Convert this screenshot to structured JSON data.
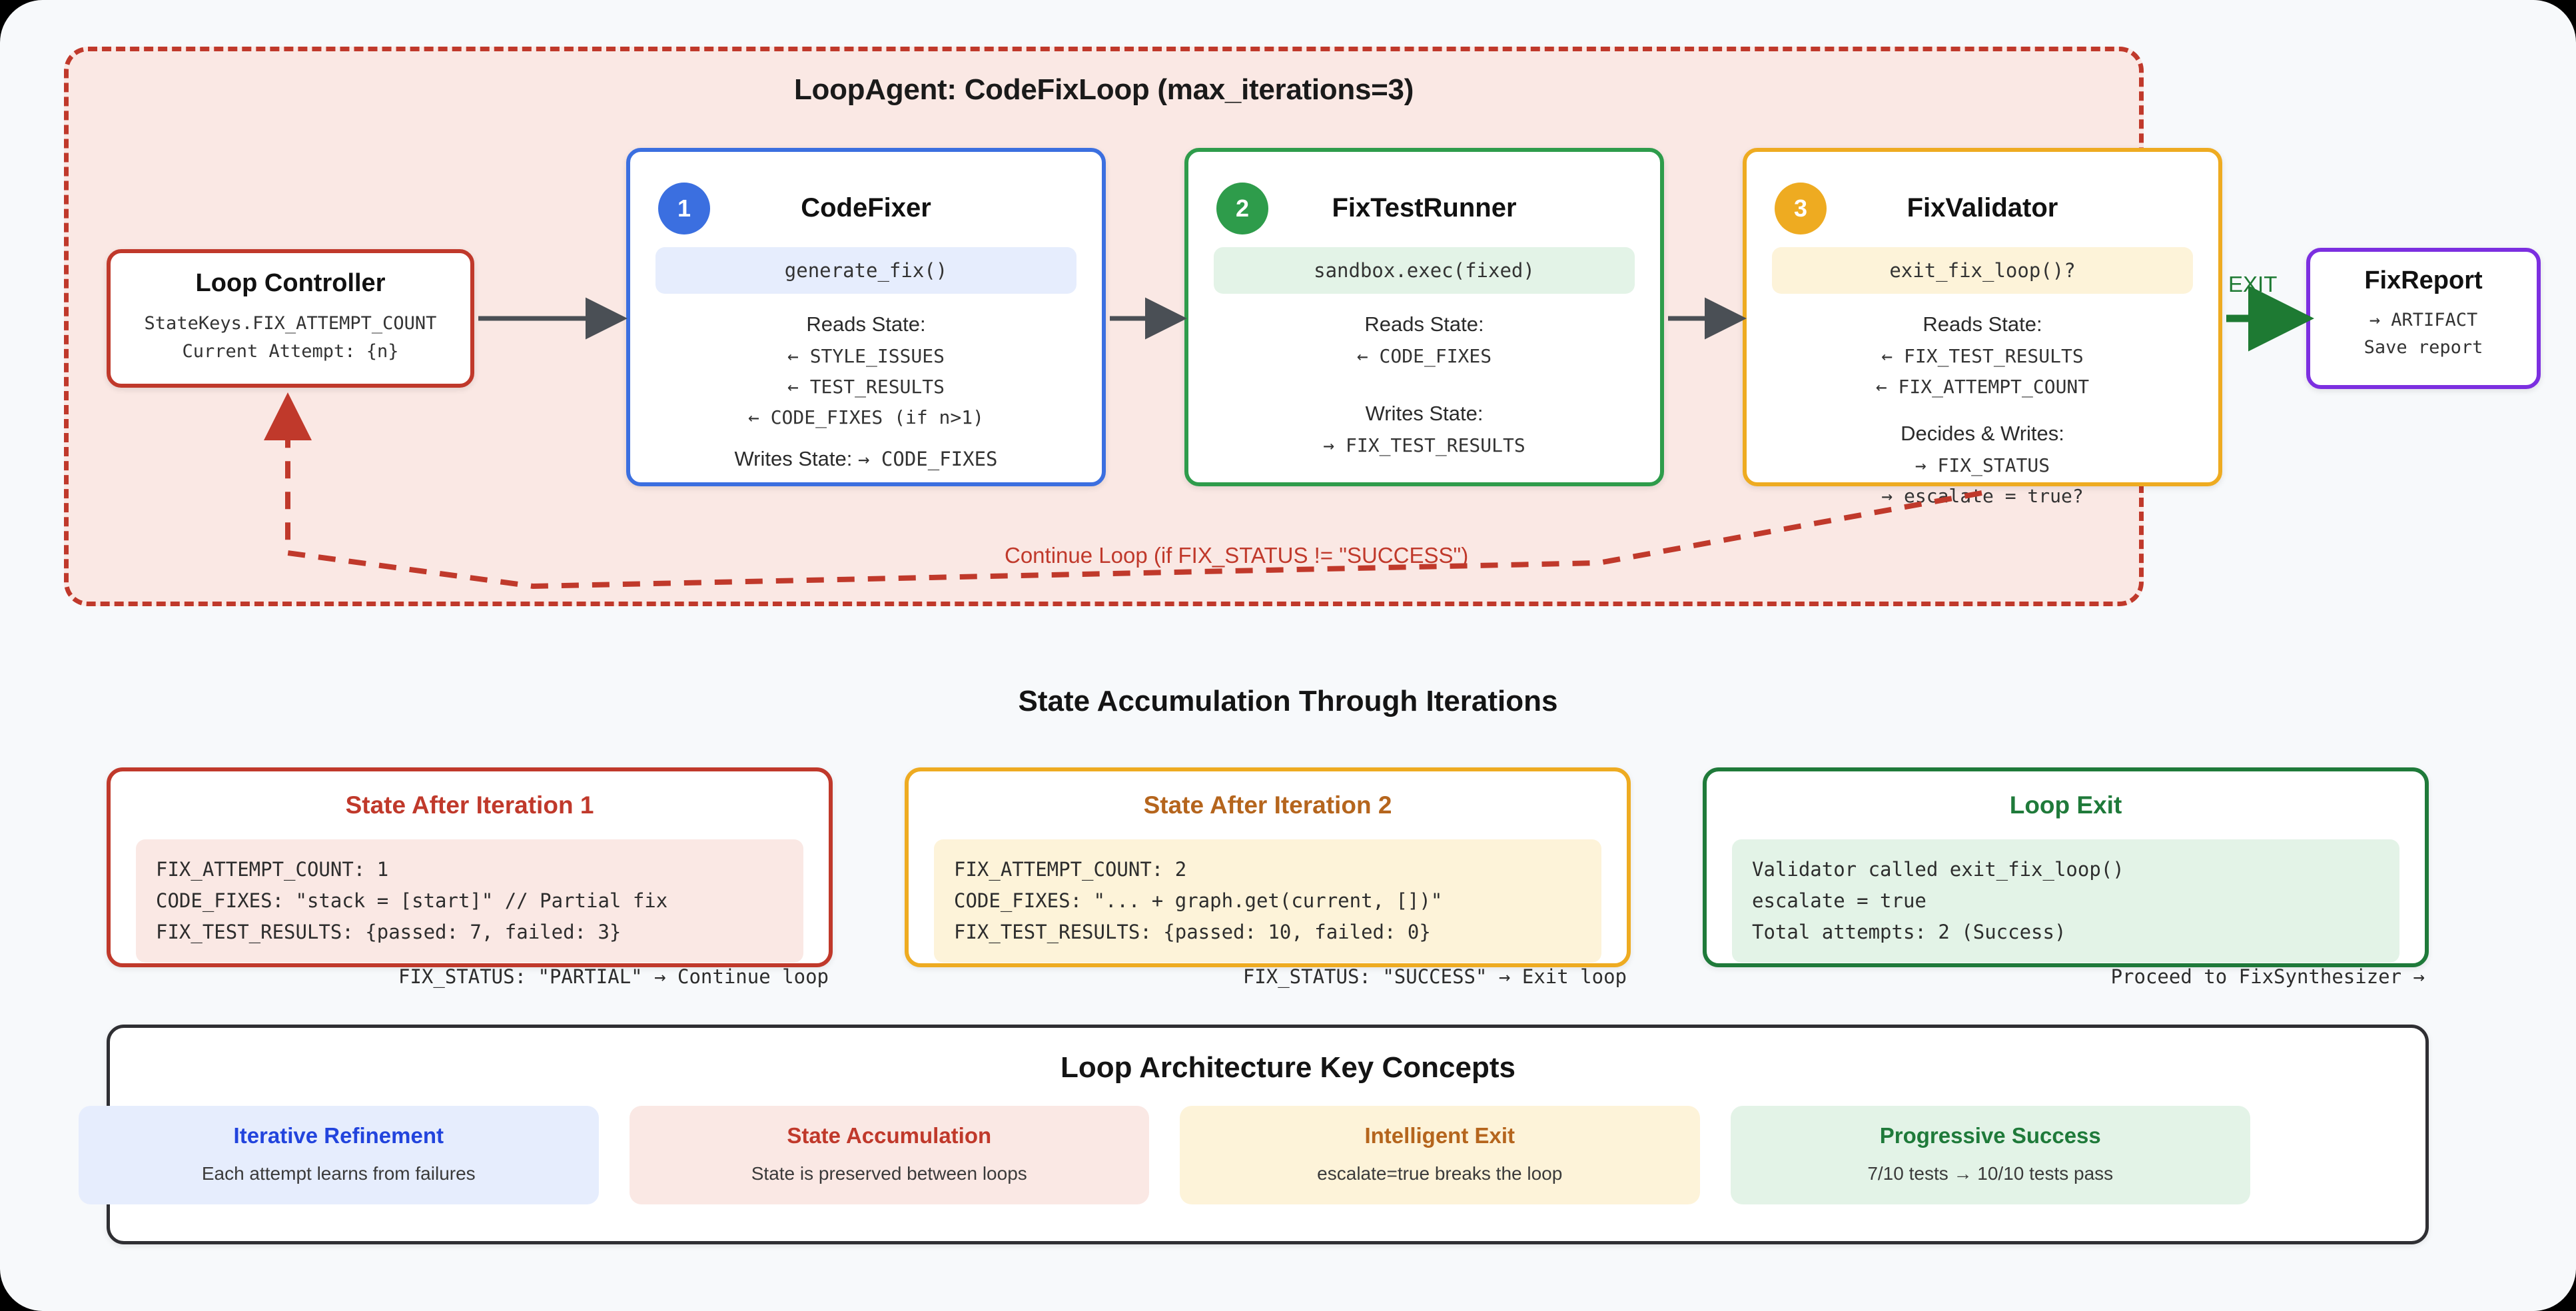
{
  "loop": {
    "title": "LoopAgent: CodeFixLoop (max_iterations=3)",
    "continue_label": "Continue Loop (if FIX_STATUS != \"SUCCESS\")",
    "exit_label": "EXIT"
  },
  "controller": {
    "title": "Loop Controller",
    "line1": "StateKeys.FIX_ATTEMPT_COUNT",
    "line2": "Current Attempt: {n}"
  },
  "agents": [
    {
      "badge": "1",
      "title": "CodeFixer",
      "call": "generate_fix()",
      "reads_label": "Reads State:",
      "reads": [
        "← STYLE_ISSUES",
        "← TEST_RESULTS",
        "← CODE_FIXES (if n>1)"
      ],
      "writes_inline_label": "Writes State:",
      "writes_inline_value": "→ CODE_FIXES",
      "accent": "#3b6fe0"
    },
    {
      "badge": "2",
      "title": "FixTestRunner",
      "call": "sandbox.exec(fixed)",
      "reads_label": "Reads State:",
      "reads": [
        "← CODE_FIXES"
      ],
      "writes_label": "Writes State:",
      "writes": [
        "→ FIX_TEST_RESULTS"
      ],
      "accent": "#2e9c4b"
    },
    {
      "badge": "3",
      "title": "FixValidator",
      "call": "exit_fix_loop()?",
      "reads_label": "Reads State:",
      "reads": [
        "← FIX_TEST_RESULTS",
        "← FIX_ATTEMPT_COUNT"
      ],
      "writes_label": "Decides & Writes:",
      "writes": [
        "→ FIX_STATUS",
        "→ escalate = true?"
      ],
      "accent": "#eeab21"
    }
  ],
  "report": {
    "title": "FixReport",
    "line1": "→ ARTIFACT",
    "line2": "Save report",
    "accent": "#7c2fe0"
  },
  "state_section": {
    "heading": "State Accumulation Through Iterations",
    "cards": [
      {
        "title": "State After Iteration 1",
        "lines": [
          "FIX_ATTEMPT_COUNT: 1",
          "CODE_FIXES: \"stack = [start]\" // Partial fix",
          "FIX_TEST_RESULTS: {passed: 7, failed: 3}"
        ],
        "footer": "FIX_STATUS: \"PARTIAL\" → Continue loop",
        "accent": "#c0392b"
      },
      {
        "title": "State After Iteration 2",
        "lines": [
          "FIX_ATTEMPT_COUNT: 2",
          "CODE_FIXES: \"... + graph.get(current, [])\"",
          "FIX_TEST_RESULTS: {passed: 10, failed: 0}"
        ],
        "footer": "FIX_STATUS: \"SUCCESS\" → Exit loop",
        "accent": "#eeab21"
      },
      {
        "title": "Loop Exit",
        "lines": [
          "Validator called exit_fix_loop()",
          "escalate = true",
          "Total attempts: 2 (Success)"
        ],
        "footer": "Proceed to FixSynthesizer →",
        "accent": "#1f7a3a"
      }
    ]
  },
  "concepts_section": {
    "heading": "Loop Architecture Key Concepts",
    "items": [
      {
        "title": "Iterative Refinement",
        "subtitle": "Each attempt learns from failures",
        "title_color": "#2244dd",
        "bg": "#e6edfd"
      },
      {
        "title": "State Accumulation",
        "subtitle": "State is preserved between loops",
        "title_color": "#c0392b",
        "bg": "#fae8e4"
      },
      {
        "title": "Intelligent Exit",
        "subtitle": "escalate=true breaks the loop",
        "title_color": "#b5651d",
        "bg": "#fdf3d9"
      },
      {
        "title": "Progressive Success",
        "subtitle": "7/10 tests → 10/10 tests pass",
        "title_color": "#1f7a3a",
        "bg": "#e3f3e7"
      }
    ]
  }
}
